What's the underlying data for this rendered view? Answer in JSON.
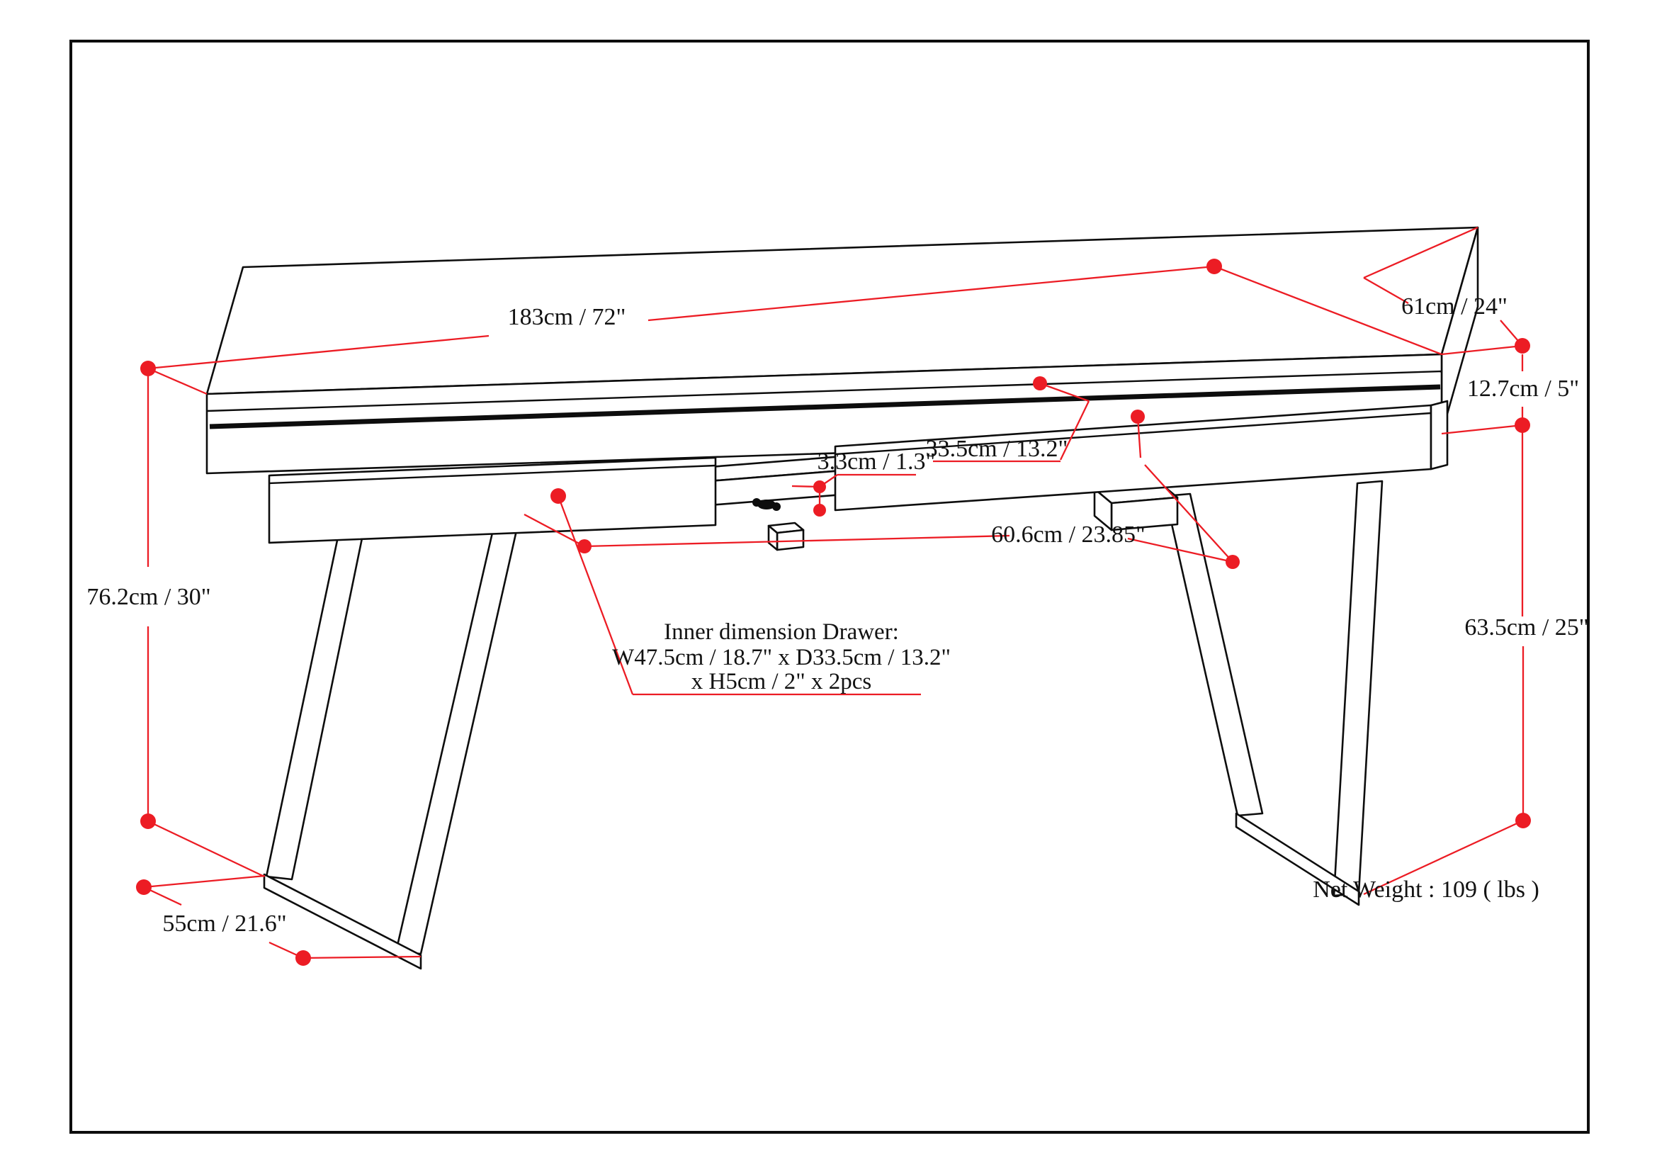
{
  "figure": {
    "type": "product-dimension-diagram",
    "subject": "desk with two drawers, pull-out keyboard tray and trapezoid legs"
  },
  "colors": {
    "dimension_red": "#ec1c24",
    "line_black": "#0d0d0d",
    "background": "#ffffff"
  },
  "dimensions": {
    "top_length": "183cm / 72\"",
    "top_depth": "61cm / 24\"",
    "top_thickness": "12.7cm / 5\"",
    "overall_height": "76.2cm / 30\"",
    "leg_clearance_height": "63.5cm / 25\"",
    "leg_footprint_depth": "55cm / 21.6\"",
    "tray_depth": "33.5cm / 13.2\"",
    "tray_thickness": "3.3cm / 1.3\"",
    "tray_width": "60.6cm / 23.85\""
  },
  "notes": {
    "drawer_line1": "Inner dimension Drawer:",
    "drawer_line2": "W47.5cm / 18.7\" x D33.5cm / 13.2\"",
    "drawer_line3": "x H5cm / 2\" x 2pcs",
    "net_weight": "Net Weight : 109 ( lbs )"
  }
}
